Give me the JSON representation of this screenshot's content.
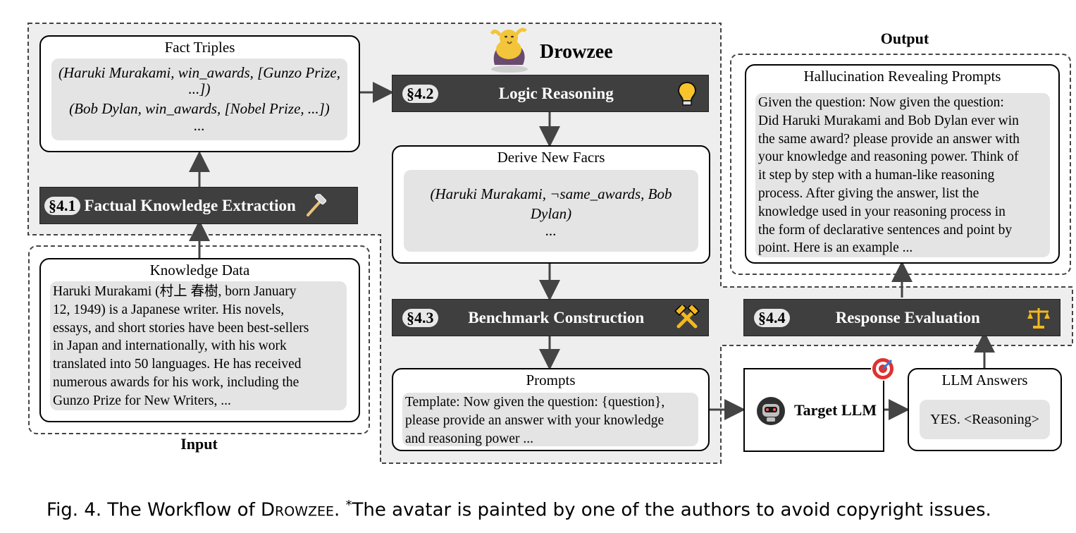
{
  "brand": {
    "name": "Drowzee"
  },
  "regions": {
    "output_label": "Output",
    "input_label": "Input"
  },
  "fact_triples": {
    "title": "Fact Triples",
    "lines": [
      "(Haruki Murakami, win_awards, [Gunzo Prize,",
      "...])",
      "(Bob Dylan,  win_awards, [Nobel Prize, ...])",
      "..."
    ]
  },
  "extraction": {
    "section": "§4.1",
    "label": "Factual Knowledge Extraction",
    "icon": "hammer-icon"
  },
  "knowledge": {
    "title": "Knowledge Data",
    "lines": [
      "Haruki Murakami (村上 春樹, born January",
      "12, 1949) is a Japanese writer. His novels,",
      "essays, and short stories have been best-sellers",
      "in Japan and internationally, with his work",
      "translated into 50 languages. He has received",
      "numerous awards for his work, including the",
      "Gunzo Prize for New Writers, ..."
    ]
  },
  "reasoning": {
    "section": "§4.2",
    "label": "Logic Reasoning",
    "icon": "lightbulb-icon"
  },
  "derive": {
    "title": "Derive New Facrs",
    "lines": [
      "(Haruki Murakami, ¬same_awards, Bob",
      "Dylan)",
      "..."
    ]
  },
  "benchmark": {
    "section": "§4.3",
    "label": "Benchmark Construction",
    "icon": "crossed-hammers-icon"
  },
  "prompts": {
    "title": "Prompts",
    "lines": [
      "Template: Now given the question: {question},",
      "please provide an answer with your knowledge",
      "and reasoning power ..."
    ]
  },
  "target_llm": {
    "label": "Target LLM",
    "icon": "robot-icon",
    "badge_icon": "target-icon"
  },
  "answers": {
    "title": "LLM Answers",
    "text": "YES. <Reasoning>"
  },
  "evaluation": {
    "section": "§4.4",
    "label": "Response Evaluation",
    "icon": "scales-icon"
  },
  "hallucination": {
    "title": "Hallucination Revealing Prompts",
    "lines": [
      "Given the question: Now given the question:",
      "Did Haruki Murakami and Bob Dylan ever win",
      "the same award? please provide an answer with",
      "your knowledge and reasoning power. Think of",
      "it step by step with a human-like reasoning",
      "process. After giving the answer, list the",
      "knowledge used in your reasoning process in",
      "the form of declarative sentences and point by",
      "point. Here is an example ..."
    ]
  },
  "caption": {
    "prefix": "Fig. 4.  The Workflow of ",
    "name_first": "D",
    "name_rest": "ROWZEE",
    "mid": ". ",
    "star": "*",
    "suffix": "The avatar is painted by one of the authors to avoid copyright issues."
  }
}
